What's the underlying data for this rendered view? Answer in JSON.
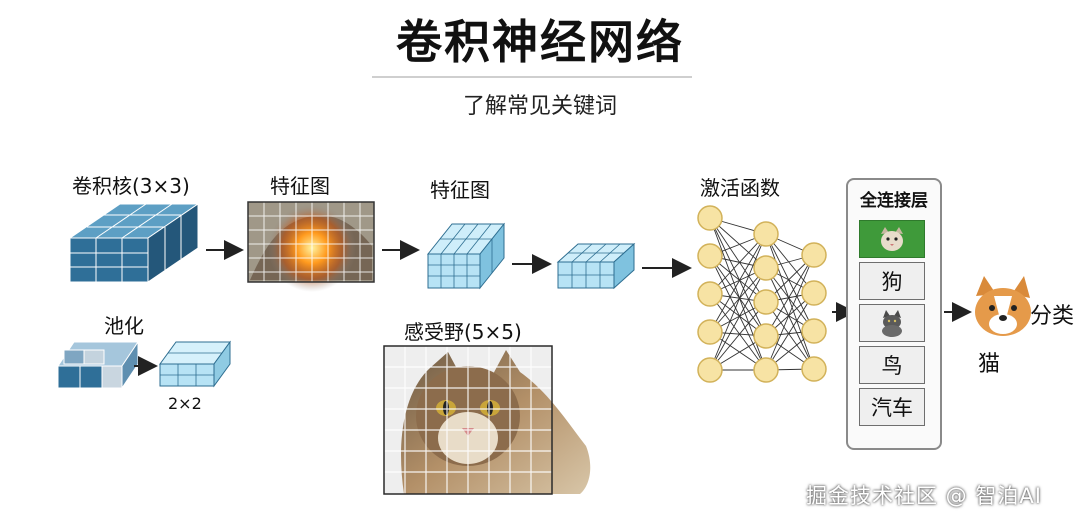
{
  "header": {
    "title": "卷积神经网络",
    "subtitle": "了解常见关键词"
  },
  "labels": {
    "kernel": "卷积核(3×3)",
    "feature_map_1": "特征图",
    "feature_map_2": "特征图",
    "pooling": "池化",
    "pool_size": "2×2",
    "receptive_field": "感受野(5×5)",
    "activation": "激活函数",
    "fully_connected": "全连接层",
    "prediction": "猫",
    "classification": "分类"
  },
  "fully_connected": {
    "classes": [
      {
        "label": "",
        "icon": "cat-face-icon",
        "active": true
      },
      {
        "label": "狗",
        "icon": "",
        "active": false
      },
      {
        "label": "",
        "icon": "cat-icon",
        "active": false
      },
      {
        "label": "鸟",
        "icon": "",
        "active": false
      },
      {
        "label": "汽车",
        "icon": "",
        "active": false
      }
    ]
  },
  "network": {
    "layers": [
      5,
      5,
      4
    ]
  },
  "colors": {
    "cube_dark": "#2f6f98",
    "cube_light": "#a9dcf0",
    "neuron": "#f7e3a4",
    "fc_active": "#3f9a3a"
  },
  "watermark": "掘金技术社区 @ 智泊AI"
}
